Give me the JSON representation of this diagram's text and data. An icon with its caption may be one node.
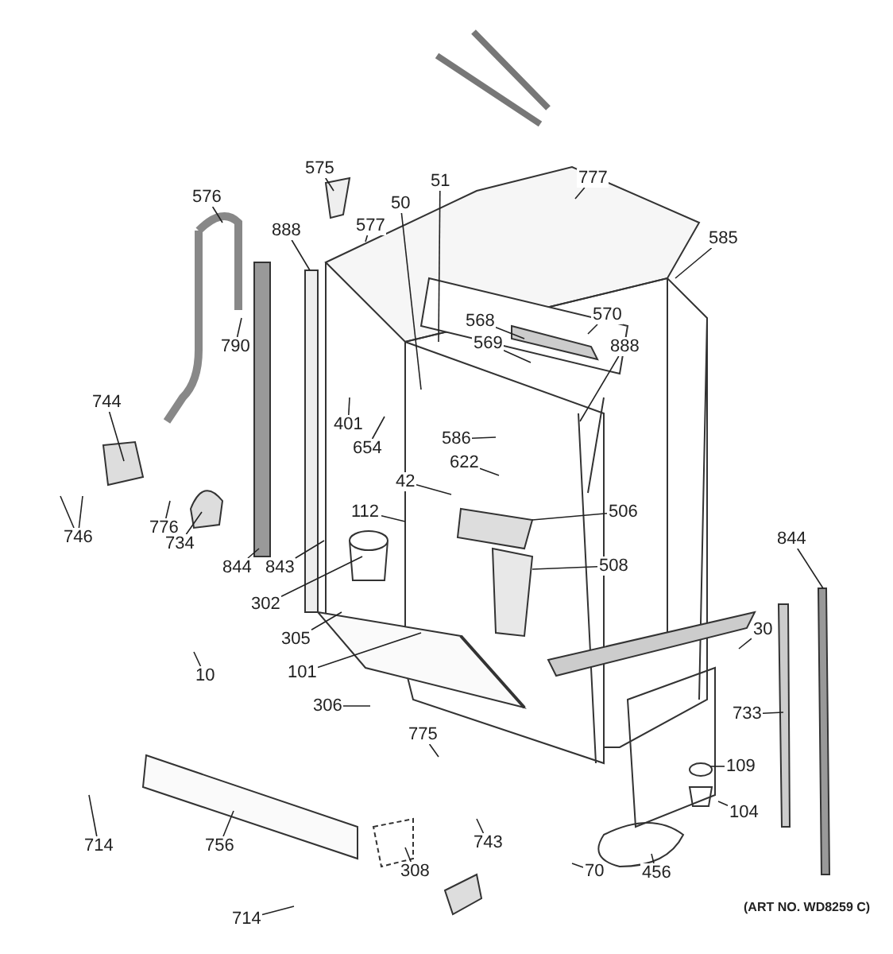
{
  "diagram": {
    "nodes": [
      {
        "text": [
          "777"
        ]
      },
      {
        "text": [
          "575"
        ]
      },
      {
        "text": [
          "576"
        ]
      },
      {
        "text": [
          "577"
        ]
      },
      {
        "text": [
          "51"
        ]
      },
      {
        "text": [
          "50"
        ]
      },
      {
        "text": [
          "888"
        ]
      },
      {
        "text": [
          "585"
        ]
      },
      {
        "text": [
          "570"
        ]
      },
      {
        "text": [
          "568"
        ]
      },
      {
        "text": [
          "569"
        ]
      },
      {
        "text": [
          "888"
        ]
      },
      {
        "text": [
          "790"
        ]
      },
      {
        "text": [
          "744"
        ]
      },
      {
        "text": [
          "401"
        ]
      },
      {
        "text": [
          "654"
        ]
      },
      {
        "text": [
          "586"
        ]
      },
      {
        "text": [
          "622"
        ]
      },
      {
        "text": [
          "42"
        ]
      },
      {
        "text": [
          "112"
        ]
      },
      {
        "text": [
          "506"
        ]
      },
      {
        "text": [
          "508"
        ]
      },
      {
        "text": [
          "746"
        ]
      },
      {
        "text": [
          "776"
        ]
      },
      {
        "text": [
          "734"
        ]
      },
      {
        "text": [
          "844"
        ]
      },
      {
        "text": [
          "843"
        ]
      },
      {
        "text": [
          "302"
        ]
      },
      {
        "text": [
          "305"
        ]
      },
      {
        "text": [
          "844"
        ]
      },
      {
        "text": [
          "30"
        ]
      },
      {
        "text": [
          "10"
        ]
      },
      {
        "text": [
          "101"
        ]
      },
      {
        "text": [
          "306"
        ]
      },
      {
        "text": [
          "775"
        ]
      },
      {
        "text": [
          "733"
        ]
      },
      {
        "text": [
          "109"
        ]
      },
      {
        "text": [
          "104"
        ]
      },
      {
        "text": [
          "714"
        ]
      },
      {
        "text": [
          "756"
        ]
      },
      {
        "text": [
          "743"
        ]
      },
      {
        "text": [
          "308"
        ]
      },
      {
        "text": [
          "70"
        ]
      },
      {
        "text": [
          "456"
        ]
      },
      {
        "text": [
          "714"
        ]
      }
    ],
    "edges": [
      {
        "from": 0,
        "to": null,
        "arrow": "none"
      },
      {
        "from": 1,
        "to": null,
        "arrow": "none"
      },
      {
        "from": 2,
        "to": null,
        "arrow": "none"
      },
      {
        "from": 3,
        "to": null,
        "arrow": "none"
      },
      {
        "from": 4,
        "to": null,
        "arrow": "none"
      },
      {
        "from": 5,
        "to": null,
        "arrow": "none"
      },
      {
        "from": 6,
        "to": null,
        "arrow": "none"
      },
      {
        "from": 7,
        "to": null,
        "arrow": "none"
      },
      {
        "from": 8,
        "to": null,
        "arrow": "none"
      },
      {
        "from": 9,
        "to": null,
        "arrow": "none"
      },
      {
        "from": 10,
        "to": null,
        "arrow": "none"
      },
      {
        "from": 11,
        "to": null,
        "arrow": "none"
      },
      {
        "from": 12,
        "to": null,
        "arrow": "none"
      },
      {
        "from": 13,
        "to": null,
        "arrow": "none"
      },
      {
        "from": 14,
        "to": null,
        "arrow": "none"
      },
      {
        "from": 15,
        "to": null,
        "arrow": "none"
      },
      {
        "from": 16,
        "to": null,
        "arrow": "none"
      },
      {
        "from": 17,
        "to": null,
        "arrow": "none"
      },
      {
        "from": 18,
        "to": null,
        "arrow": "none"
      },
      {
        "from": 19,
        "to": null,
        "arrow": "none"
      },
      {
        "from": 20,
        "to": null,
        "arrow": "none"
      },
      {
        "from": 21,
        "to": null,
        "arrow": "none"
      },
      {
        "from": 22,
        "to": null,
        "arrow": "none"
      },
      {
        "from": 22,
        "to": null,
        "arrow": "none"
      },
      {
        "from": 23,
        "to": null,
        "arrow": "none"
      },
      {
        "from": 24,
        "to": null,
        "arrow": "none"
      },
      {
        "from": 25,
        "to": null,
        "arrow": "none"
      },
      {
        "from": 26,
        "to": null,
        "arrow": "none"
      },
      {
        "from": 27,
        "to": null,
        "arrow": "none"
      },
      {
        "from": 28,
        "to": null,
        "arrow": "none"
      },
      {
        "from": 29,
        "to": null,
        "arrow": "none"
      },
      {
        "from": 30,
        "to": null,
        "arrow": "none"
      },
      {
        "from": 31,
        "to": null,
        "arrow": "none"
      },
      {
        "from": 32,
        "to": null,
        "arrow": "none"
      },
      {
        "from": 33,
        "to": null,
        "arrow": "none"
      },
      {
        "from": 34,
        "to": null,
        "arrow": "none"
      },
      {
        "from": 35,
        "to": null,
        "arrow": "none"
      },
      {
        "from": 36,
        "to": null,
        "arrow": "none"
      },
      {
        "from": 37,
        "to": null,
        "arrow": "none"
      },
      {
        "from": 38,
        "to": null,
        "arrow": "none"
      },
      {
        "from": 39,
        "to": null,
        "arrow": "none"
      },
      {
        "from": 40,
        "to": null,
        "arrow": "none"
      },
      {
        "from": 41,
        "to": null,
        "arrow": "none"
      },
      {
        "from": 42,
        "to": null,
        "arrow": "none"
      },
      {
        "from": 43,
        "to": null,
        "arrow": "none"
      },
      {
        "from": 44,
        "to": null,
        "arrow": "none"
      }
    ],
    "labels": [
      "(ART NO. WD8259 C)"
    ]
  }
}
